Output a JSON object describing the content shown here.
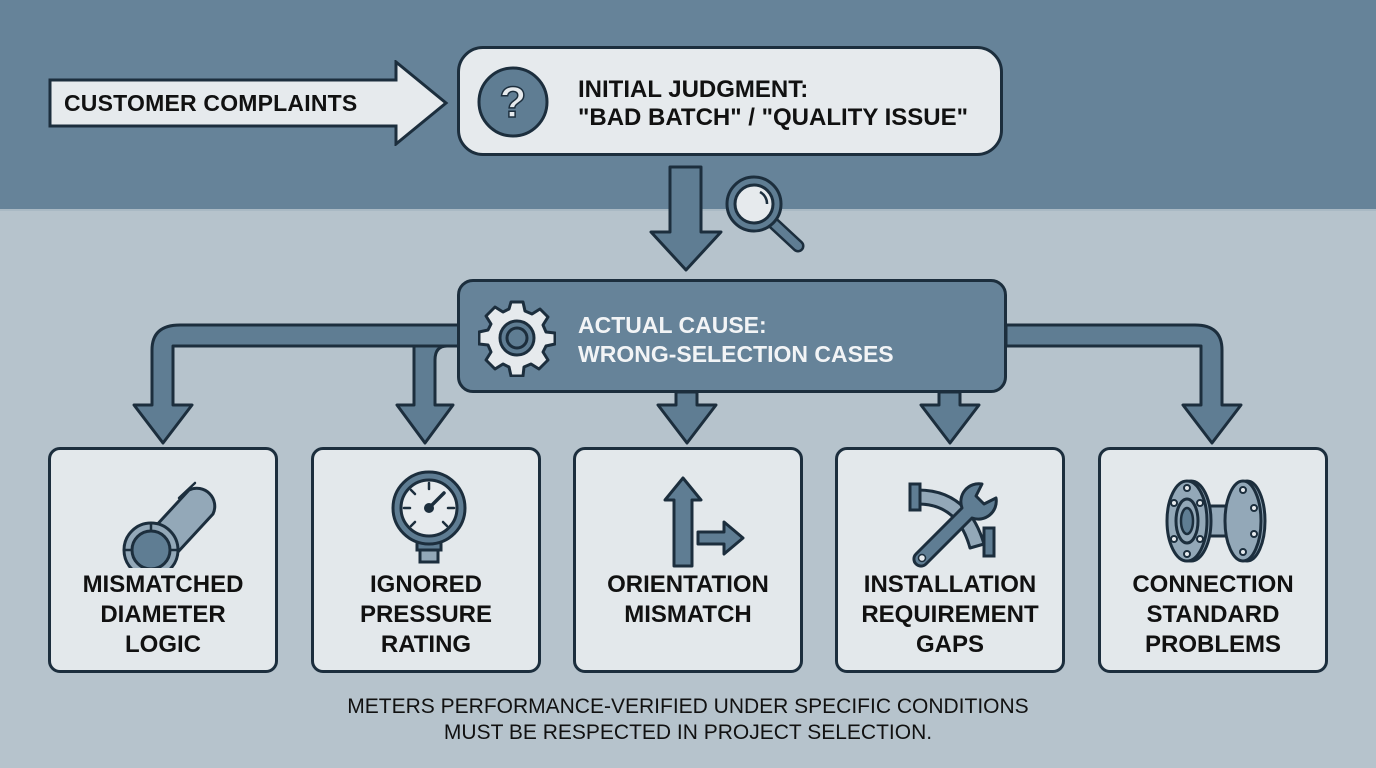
{
  "title": "Customer complaints vs. actual wrong-selection causes",
  "colors": {
    "top_band": "#668399",
    "background": "#b6c3cc",
    "box_fill_light": "#e3e8eb",
    "box_fill_dark": "#668399",
    "outline": "#1c2e3d",
    "arrow_fill": "#5f7d93"
  },
  "input": {
    "label": "CUSTOMER COMPLAINTS",
    "icon": "right-arrow-icon"
  },
  "initial_judgment": {
    "icon": "question-icon",
    "line1": "INITIAL JUDGMENT:",
    "line2": "\"BAD BATCH\" / \"QUALITY ISSUE\""
  },
  "investigation": {
    "icon": "magnifier-icon"
  },
  "actual_cause": {
    "icon": "gear-icon",
    "line1": "ACTUAL CAUSE:",
    "line2": "WRONG-SELECTION CASES"
  },
  "cases": [
    {
      "label": "MISMATCHED\nDIAMETER\nLOGIC",
      "icon": "pipe-icon"
    },
    {
      "label": "IGNORED\nPRESSURE\nRATING",
      "icon": "pressure-gauge-icon"
    },
    {
      "label": "ORIENTATION\nMISMATCH",
      "icon": "orientation-arrows-icon"
    },
    {
      "label": "INSTALLATION\nREQUIREMENT\nGAPS",
      "icon": "wrench-pipe-icon"
    },
    {
      "label": "CONNECTION\nSTANDARD\nPROBLEMS",
      "icon": "flange-icon"
    }
  ],
  "footer": {
    "text": "METERS PERFORMANCE-VERIFIED UNDER SPECIFIC CONDITIONS\nMUST BE RESPECTED IN PROJECT SELECTION."
  }
}
